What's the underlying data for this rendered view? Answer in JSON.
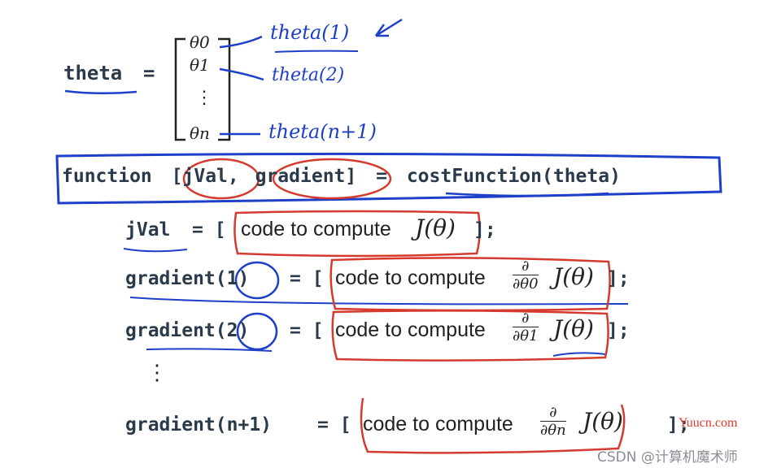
{
  "theta_label": "theta",
  "equals": "=",
  "vector": {
    "theta0": "θ0",
    "theta1": "θ1",
    "vdots": "⋮",
    "thetan": "θn"
  },
  "annotations": [
    "theta(1)",
    "theta(2)",
    "theta(n+1)"
  ],
  "function_line": {
    "keyword": "function",
    "bracket_open": "[",
    "out1": "jVal",
    "comma": ",",
    "out2": "gradient",
    "bracket_close": "]",
    "equals": "=",
    "fname": "costFunction",
    "args": "(theta)"
  },
  "lines": [
    {
      "lhs": "jVal",
      "op": "= [",
      "text": "code to compute",
      "math": "J(θ)",
      "end": "];"
    },
    {
      "lhs_a": "gradient",
      "lhs_b": "(1)",
      "op": "= [",
      "text": "code to compute",
      "frac_num": "∂",
      "frac_den": "∂θ0",
      "math": "J(θ)",
      "end": "];"
    },
    {
      "lhs_a": "gradient",
      "lhs_b": "(2)",
      "op": "= [",
      "text": "code to compute",
      "frac_num": "∂",
      "frac_den": "∂θ1",
      "math": "J(θ)",
      "end": "];"
    },
    {
      "lhs": "gradient(n+1)",
      "op": "= [",
      "text": "code to compute",
      "frac_num": "∂",
      "frac_den": "∂θn",
      "math": "J(θ)",
      "end": "];"
    }
  ],
  "dots": "⋮",
  "watermarks": {
    "yuucn": "Yuucn.com",
    "csdn": "CSDN @计算机魔术师"
  }
}
